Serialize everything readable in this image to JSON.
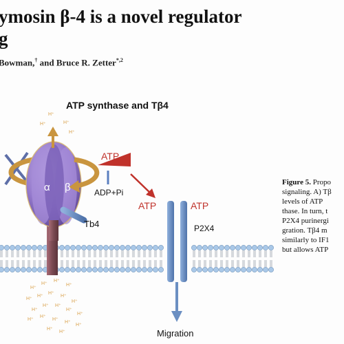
{
  "header": {
    "title_line1": "ymosin β-4 is a novel regulator",
    "title_line2": "g",
    "authors_part1": "Bowman,",
    "authors_sup1": "†",
    "authors_part2": " and  Bruce  R.  Zetter",
    "authors_sup2": "*,2"
  },
  "figure": {
    "title": "ATP synthase and Tβ4",
    "labels": {
      "atp_top": "ATP",
      "adp_pi": "ADP+Pi",
      "alpha": "α",
      "beta": "β",
      "tb4": "Tb4",
      "atp_left": "ATP",
      "atp_right": "ATP",
      "p2x4": "P2X4",
      "migration": "Migration",
      "proton": "H⁺"
    },
    "colors": {
      "complex_purple": "#8b6fc4",
      "stalk": "#7a4a52",
      "rotor_arrow": "#c9953f",
      "atp_red": "#c0322b",
      "channel_blue": "#6b8fc2",
      "membrane_head": "#a9c8e8"
    }
  },
  "caption": {
    "lines": [
      {
        "bold": "Figure 5.",
        "text": " Propo"
      },
      {
        "bold": "",
        "text": "signaling. A) Tβ"
      },
      {
        "bold": "",
        "text": "levels of ATP"
      },
      {
        "bold": "",
        "text": "thase. In turn, t"
      },
      {
        "bold": "",
        "text": "P2X4 purinergi"
      },
      {
        "bold": "",
        "text": "gration. Tβ4 m"
      },
      {
        "bold": "",
        "text": "similarly to IF1"
      },
      {
        "bold": "",
        "text": "but allows ATP"
      }
    ]
  }
}
